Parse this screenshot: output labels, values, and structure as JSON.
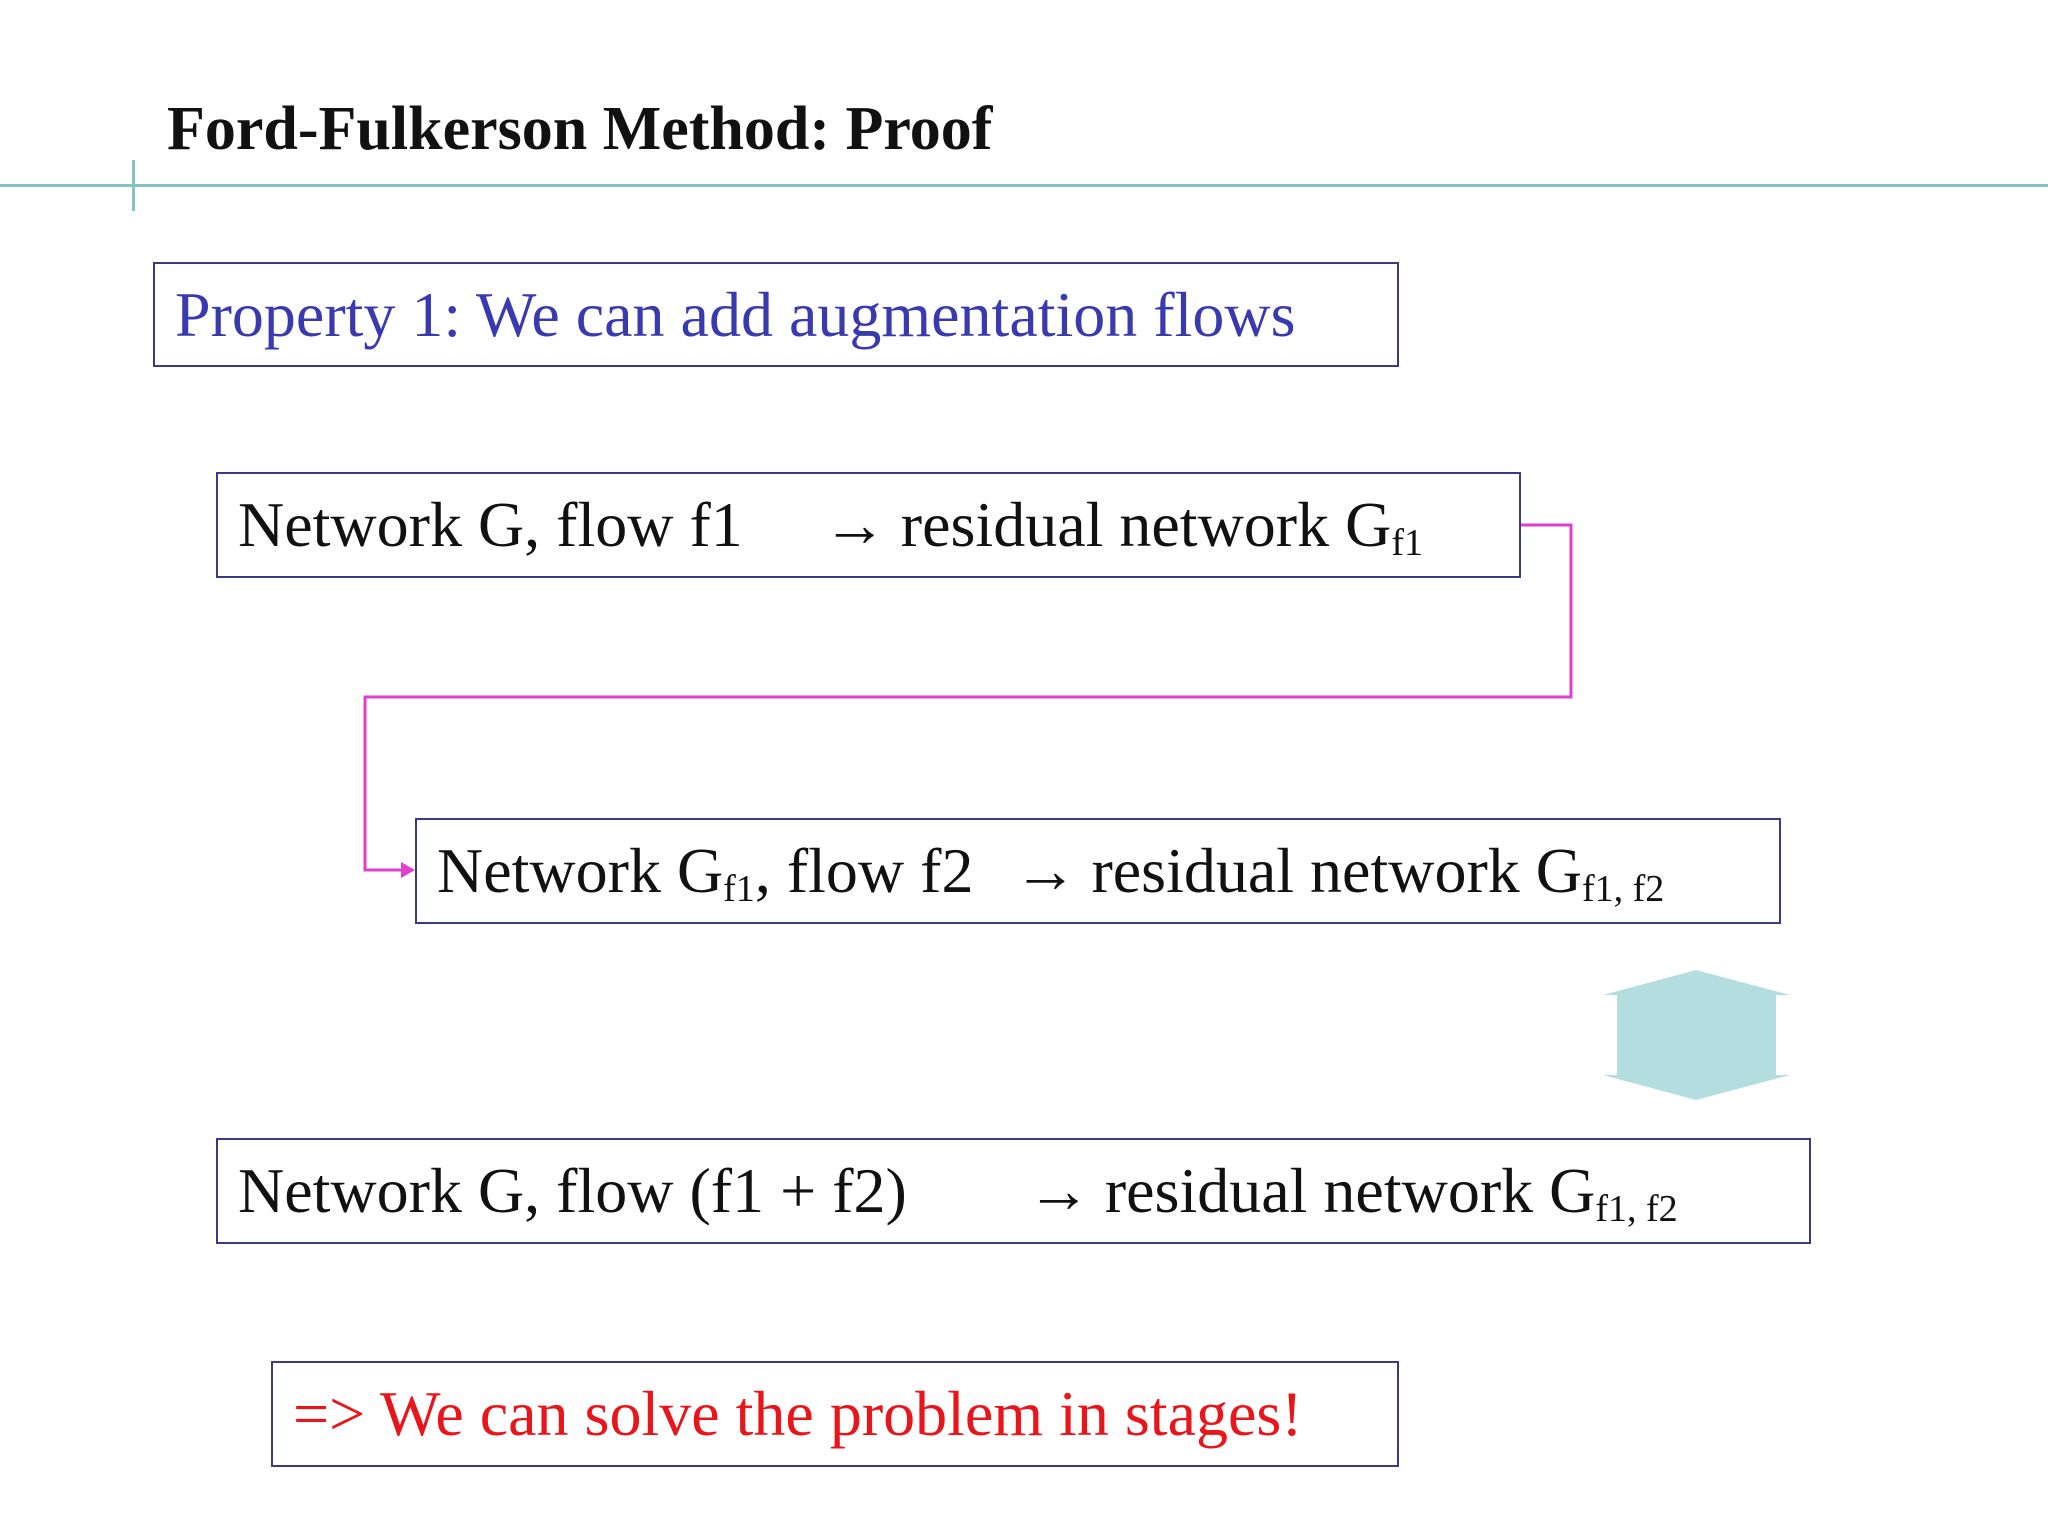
{
  "slide": {
    "title": "Ford-Fulkerson Method: Proof",
    "property": "Property 1: We can add augmentation flows",
    "arrow_glyph": "→",
    "row1": {
      "left": "Network G, flow f1",
      "right": "residual network G",
      "right_sub": "f1"
    },
    "row2": {
      "left_a": "Network G",
      "left_sub": "f1",
      "left_b": ", flow f2",
      "right": "residual network G",
      "right_sub": "f1, f2"
    },
    "row3": {
      "left": "Network G, flow (f1 + f2)",
      "right": "residual network G",
      "right_sub": "f1, f2"
    },
    "conclusion": "=> We can solve the problem in stages!"
  },
  "colors": {
    "title": "#111111",
    "property_text": "#3a3ab0",
    "box_border": "#3a3a8a",
    "connector": "#e040d0",
    "double_arrow": "#b4dde0",
    "conclusion_text": "#e8151b",
    "rule": "#86c3c4"
  }
}
